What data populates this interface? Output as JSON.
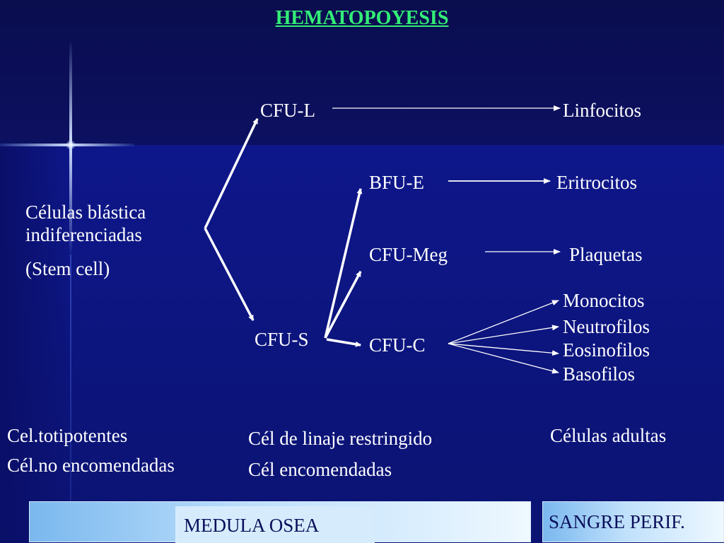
{
  "title": "HEMATOPOYESIS",
  "nodes": {
    "stem_line1": "Células blástica",
    "stem_line2": "indiferenciadas",
    "stem_line3": "(Stem cell)",
    "cfu_l": "CFU-L",
    "linfocitos": "Linfocitos",
    "bfu_e": "BFU-E",
    "eritrocitos": "Eritrocitos",
    "cfu_meg": "CFU-Meg",
    "plaquetas": "Plaquetas",
    "monocitos": "Monocitos",
    "neutrofilos": "Neutrofilos",
    "eosinofilos": "Eosinofilos",
    "basofilos": "Basofilos",
    "cfu_s": "CFU-S",
    "cfu_c": "CFU-C"
  },
  "categories": {
    "totipotentes": "Cel.totipotentes",
    "no_encomendadas": "Cél.no encomendadas",
    "linaje": "Cél de linaje restringido",
    "encomendadas": "Cél encomendadas",
    "adultas": "Células adultas"
  },
  "footer": {
    "medula": "MEDULA   OSEA",
    "sangre": "SANGRE PERIF."
  },
  "colors": {
    "title": "#33ee77",
    "text": "#ffffff",
    "background": "#0e178a"
  }
}
